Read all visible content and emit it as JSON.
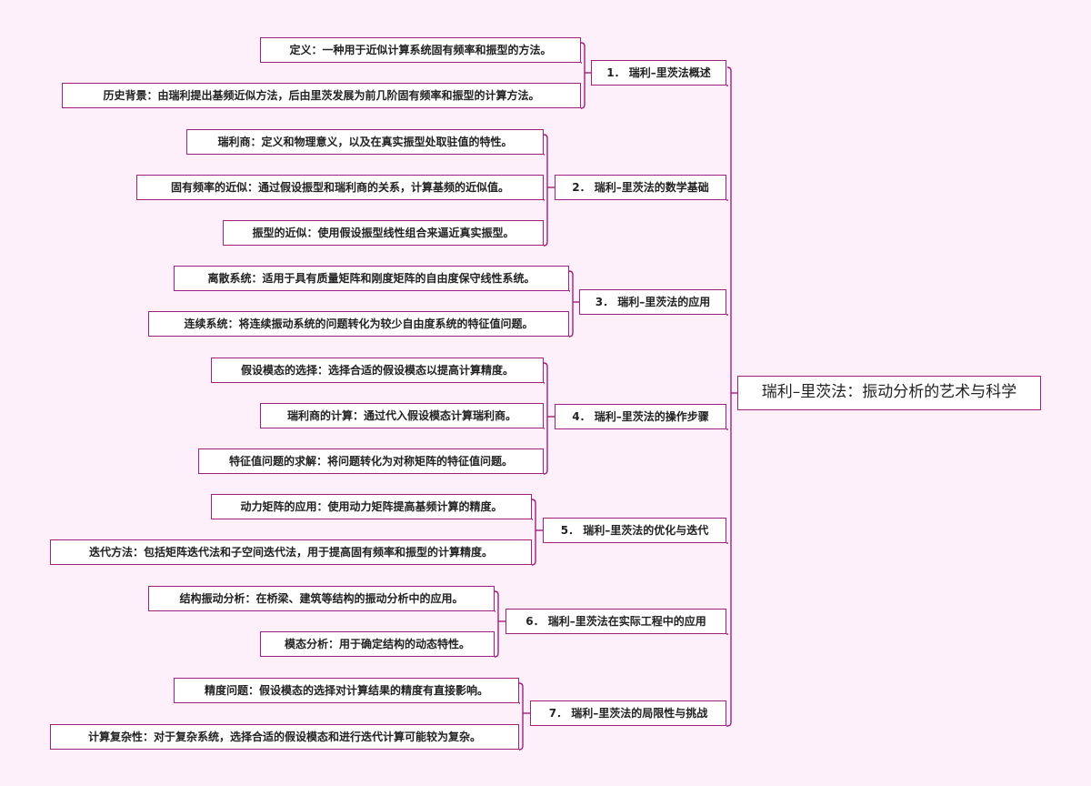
{
  "root": {
    "label": "瑞利–里茨法：振动分析的艺术与科学"
  },
  "branches": [
    {
      "label": "1．  瑞利–里茨法概述",
      "leaves": [
        "定义：一种用于近似计算系统固有频率和振型的方法。",
        "历史背景：由瑞利提出基频近似方法，后由里茨发展为前几阶固有频率和振型的计算方法。"
      ]
    },
    {
      "label": "2．  瑞利–里茨法的数学基础",
      "leaves": [
        "瑞利商：定义和物理意义，以及在真实振型处取驻值的特性。",
        "固有频率的近似：通过假设振型和瑞利商的关系，计算基频的近似值。",
        "振型的近似：使用假设振型线性组合来逼近真实振型。"
      ]
    },
    {
      "label": "3．  瑞利–里茨法的应用",
      "leaves": [
        "离散系统：适用于具有质量矩阵和刚度矩阵的自由度保守线性系统。",
        "连续系统：将连续振动系统的问题转化为较少自由度系统的特征值问题。"
      ]
    },
    {
      "label": "4．  瑞利–里茨法的操作步骤",
      "leaves": [
        "假设模态的选择：选择合适的假设模态以提高计算精度。",
        "瑞利商的计算：通过代入假设模态计算瑞利商。",
        "特征值问题的求解：将问题转化为对称矩阵的特征值问题。"
      ]
    },
    {
      "label": "5．  瑞利–里茨法的优化与迭代",
      "leaves": [
        "动力矩阵的应用：使用动力矩阵提高基频计算的精度。",
        "迭代方法：包括矩阵迭代法和子空间迭代法，用于提高固有频率和振型的计算精度。"
      ]
    },
    {
      "label": "6．  瑞利–里茨法在实际工程中的应用",
      "leaves": [
        "结构振动分析：在桥梁、建筑等结构的振动分析中的应用。",
        "模态分析：用于确定结构的动态特性。"
      ]
    },
    {
      "label": "7．  瑞利–里茨法的局限性与挑战",
      "leaves": [
        "精度问题：假设模态的选择对计算结果的精度有直接影响。",
        "计算复杂性：对于复杂系统，选择合适的假设模态和进行迭代计算可能较为复杂。"
      ]
    }
  ],
  "colors": {
    "accent": "#a0217a",
    "background": "#fdf0fa",
    "node_fill": "#ffffff"
  }
}
